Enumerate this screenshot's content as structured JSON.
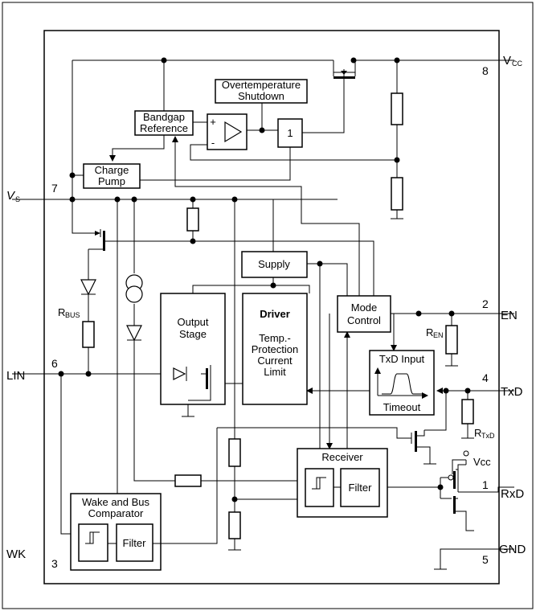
{
  "blocks": {
    "overtemp": [
      "Overtemperature",
      "Shutdown"
    ],
    "bandgap": [
      "Bandgap",
      "Reference"
    ],
    "charge_pump": [
      "Charge",
      "Pump"
    ],
    "gate": "1",
    "supply": "Supply",
    "mode_control": [
      "Mode",
      "Control"
    ],
    "output_stage": [
      "Output",
      "Stage"
    ],
    "driver_title": "Driver",
    "driver_lines": [
      "Temp.-",
      "Protection",
      "Current",
      "Limit"
    ],
    "txd_input": "TxD Input",
    "timeout": "Timeout",
    "receiver": "Receiver",
    "filter": "Filter",
    "wake": [
      "Wake and Bus",
      "Comparator"
    ],
    "wake_filter": "Filter"
  },
  "pins": {
    "vcc": {
      "name": "V",
      "sub": "CC",
      "num": "8"
    },
    "vs": {
      "name": "V",
      "sub": "S",
      "num": "7"
    },
    "en": {
      "name": "EN",
      "num": "2"
    },
    "txd": {
      "name": "TxD",
      "num": "4"
    },
    "rxd": {
      "name": "RxD",
      "num": "1"
    },
    "lin": {
      "name": "LIN",
      "num": "6"
    },
    "wk": {
      "name": "WK",
      "num": "3"
    },
    "gnd": {
      "name": "GND",
      "num": "5"
    }
  },
  "resistors": {
    "rbus": {
      "name": "R",
      "sub": "BUS"
    },
    "ren": {
      "name": "R",
      "sub": "EN"
    },
    "rtxd": {
      "name": "R",
      "sub": "TxD"
    }
  },
  "amp_signs": {
    "plus": "+",
    "minus": "-"
  },
  "vcc_small": "Vcc"
}
